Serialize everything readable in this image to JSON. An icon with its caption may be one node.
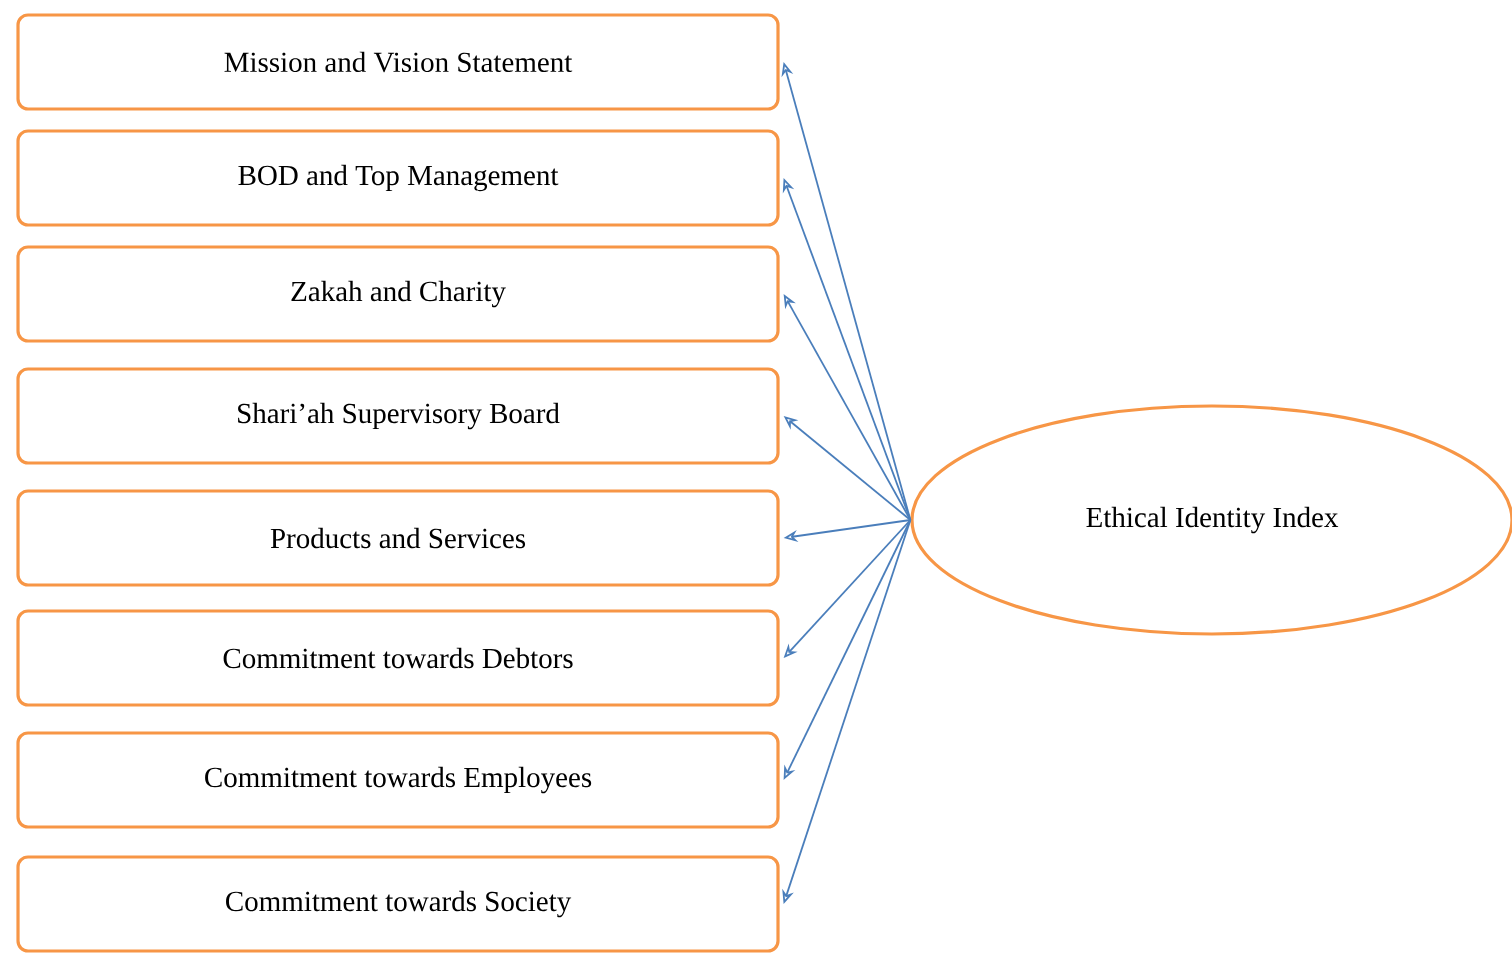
{
  "diagram": {
    "nodes": [
      {
        "text": [
          "Mission and Vision Statement"
        ]
      },
      {
        "text": [
          "BOD and Top Management"
        ]
      },
      {
        "text": [
          "Zakah and Charity"
        ]
      },
      {
        "text": [
          "Shari’ah Supervisory Board"
        ]
      },
      {
        "text": [
          "Products and Services"
        ]
      },
      {
        "text": [
          "Commitment towards Debtors"
        ]
      },
      {
        "text": [
          "Commitment towards Employees"
        ]
      },
      {
        "text": [
          "Commitment towards Society"
        ]
      },
      {
        "text": [
          "Ethical Identity Index"
        ]
      }
    ],
    "edges": [
      {
        "from": 8,
        "to": 0,
        "arrow": "to"
      },
      {
        "from": 8,
        "to": 1,
        "arrow": "to"
      },
      {
        "from": 8,
        "to": 2,
        "arrow": "to"
      },
      {
        "from": 8,
        "to": 3,
        "arrow": "to"
      },
      {
        "from": 8,
        "to": 4,
        "arrow": "to"
      },
      {
        "from": 8,
        "to": 5,
        "arrow": "to"
      },
      {
        "from": 8,
        "to": 6,
        "arrow": "to"
      },
      {
        "from": 8,
        "to": 7,
        "arrow": "to"
      }
    ]
  }
}
